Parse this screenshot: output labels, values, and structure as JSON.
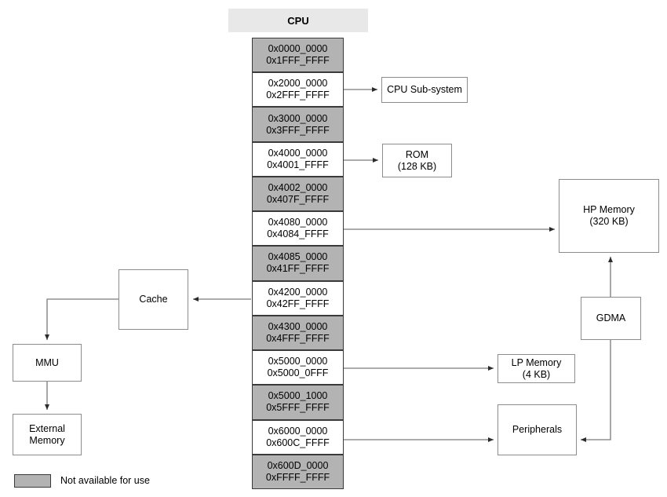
{
  "diagram": {
    "title": "CPU",
    "legend": {
      "swatch_color": "#b3b3b3",
      "label": "Not available for use"
    },
    "colors": {
      "available_fill": "#ffffff",
      "unavailable_fill": "#b3b3b3",
      "header_fill": "#e8e8e8",
      "border": "#3a3a3a",
      "wire": "#7a7a7a"
    },
    "memory_map": [
      {
        "start": "0x0000_0000",
        "end": "0x1FFF_FFFF",
        "available": false
      },
      {
        "start": "0x2000_0000",
        "end": "0x2FFF_FFFF",
        "available": true
      },
      {
        "start": "0x3000_0000",
        "end": "0x3FFF_FFFF",
        "available": false
      },
      {
        "start": "0x4000_0000",
        "end": "0x4001_FFFF",
        "available": true
      },
      {
        "start": "0x4002_0000",
        "end": "0x407F_FFFF",
        "available": false
      },
      {
        "start": "0x4080_0000",
        "end": "0x4084_FFFF",
        "available": true
      },
      {
        "start": "0x4085_0000",
        "end": "0x41FF_FFFF",
        "available": false
      },
      {
        "start": "0x4200_0000",
        "end": "0x42FF_FFFF",
        "available": true
      },
      {
        "start": "0x4300_0000",
        "end": "0x4FFF_FFFF",
        "available": false
      },
      {
        "start": "0x5000_0000",
        "end": "0x5000_0FFF",
        "available": true
      },
      {
        "start": "0x5000_1000",
        "end": "0x5FFF_FFFF",
        "available": false
      },
      {
        "start": "0x6000_0000",
        "end": "0x600C_FFFF",
        "available": true
      },
      {
        "start": "0x600D_0000",
        "end": "0xFFFF_FFFF",
        "available": false
      }
    ],
    "blocks": {
      "cpu_subsystem": {
        "line1": "CPU Sub-system",
        "line2": ""
      },
      "rom": {
        "line1": "ROM",
        "line2": "(128 KB)"
      },
      "hp_memory": {
        "line1": "HP Memory",
        "line2": "(320 KB)"
      },
      "lp_memory": {
        "line1": "LP Memory",
        "line2": "(4 KB)"
      },
      "peripherals": {
        "line1": "Peripherals",
        "line2": ""
      },
      "gdma": {
        "line1": "GDMA",
        "line2": ""
      },
      "cache": {
        "line1": "Cache",
        "line2": ""
      },
      "mmu": {
        "line1": "MMU",
        "line2": ""
      },
      "external_memory": {
        "line1": "External",
        "line2": "Memory"
      }
    }
  }
}
